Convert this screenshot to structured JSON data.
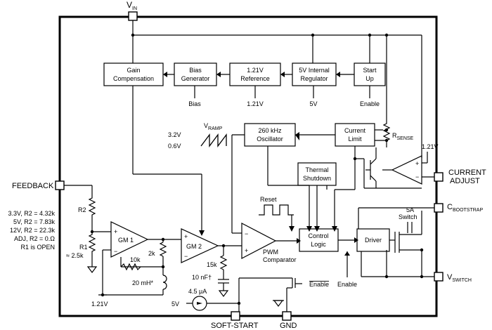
{
  "pins": {
    "vin": {
      "main": "V",
      "sub": "IN"
    },
    "feedback": "FEEDBACK",
    "soft_start": "SOFT-START",
    "gnd": "GND",
    "current_adjust_1": "CURRENT",
    "current_adjust_2": "ADJUST",
    "cbootstrap": {
      "main": "C",
      "sub": "BOOTSTRAP"
    },
    "vswitch": {
      "main": "V",
      "sub": "SWITCH"
    }
  },
  "blocks": {
    "gain_comp": [
      "Gain",
      "Compensation"
    ],
    "bias_gen": [
      "Bias",
      "Generator"
    ],
    "reference": [
      "1.21V",
      "Reference"
    ],
    "regulator": [
      "5V Internal",
      "Regulator"
    ],
    "startup": [
      "Start",
      "Up"
    ],
    "oscillator": [
      "260 kHz",
      "Oscillator"
    ],
    "current_limit": [
      "Current",
      "Limit"
    ],
    "thermal": [
      "Thermal",
      "Shutdown"
    ],
    "control_logic": [
      "Control",
      "Logic"
    ],
    "driver": "Driver"
  },
  "outputs": {
    "bias": "Bias",
    "ref": "1.21V",
    "v5": "5V",
    "enable": "Enable"
  },
  "labels": {
    "vramp_main": "V",
    "vramp_sub": "RAMP",
    "v32": "3.2V",
    "v06": "0.6V",
    "reset": "Reset",
    "rsense_main": "R",
    "rsense_sub": "SENSE",
    "v121_right": "1.21V",
    "switch_5a_1": "5A",
    "switch_5a_2": "Switch",
    "gm1": "GM 1",
    "gm2": "GM 2",
    "pwm_1": "PWM",
    "pwm_2": "Comparator",
    "r2": "R2",
    "r1": "R1",
    "r1_val": "≈ 2.5k",
    "r2k": "2k",
    "r10k": "10k",
    "l20mh": "20 mH*",
    "r15k": "15k",
    "c10nf": "10 nF†",
    "i45ua": "4.5 μA",
    "v5_ss": "5V",
    "v121_bottom": "1.21V",
    "enable_ss": "Enable",
    "enable_drv": "Enable",
    "plus": "+",
    "minus": "−"
  },
  "r2_table": [
    "3.3V, R2 = 4.32k",
    "5V, R2 = 7.83k",
    "12V, R2 = 22.3k",
    "ADJ, R2 = 0.Ω",
    "R1 is OPEN"
  ]
}
